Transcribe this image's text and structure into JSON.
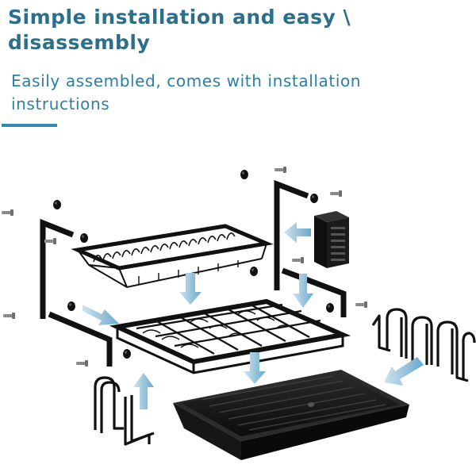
{
  "heading": {
    "line1": "Simple installation and easy \\",
    "line2": "disassembly"
  },
  "subheading": {
    "line1": "Easily assembled, comes with installation",
    "line2": " instructions"
  },
  "colors": {
    "heading": "#2a6f8c",
    "subheading": "#2e7ea3",
    "accent_rule": "#3189b4",
    "arrow": "#7fb4d4",
    "product": "#111111"
  },
  "illustration": {
    "subject": "exploded view of a two-tier dish drying rack",
    "parts": [
      "side-frame-left",
      "side-frame-right",
      "upper-plate-basket",
      "lower-dish-tier",
      "drip-tray",
      "utensil-holder",
      "hook-left",
      "hook-set-right",
      "screws",
      "mounting-caps"
    ]
  }
}
